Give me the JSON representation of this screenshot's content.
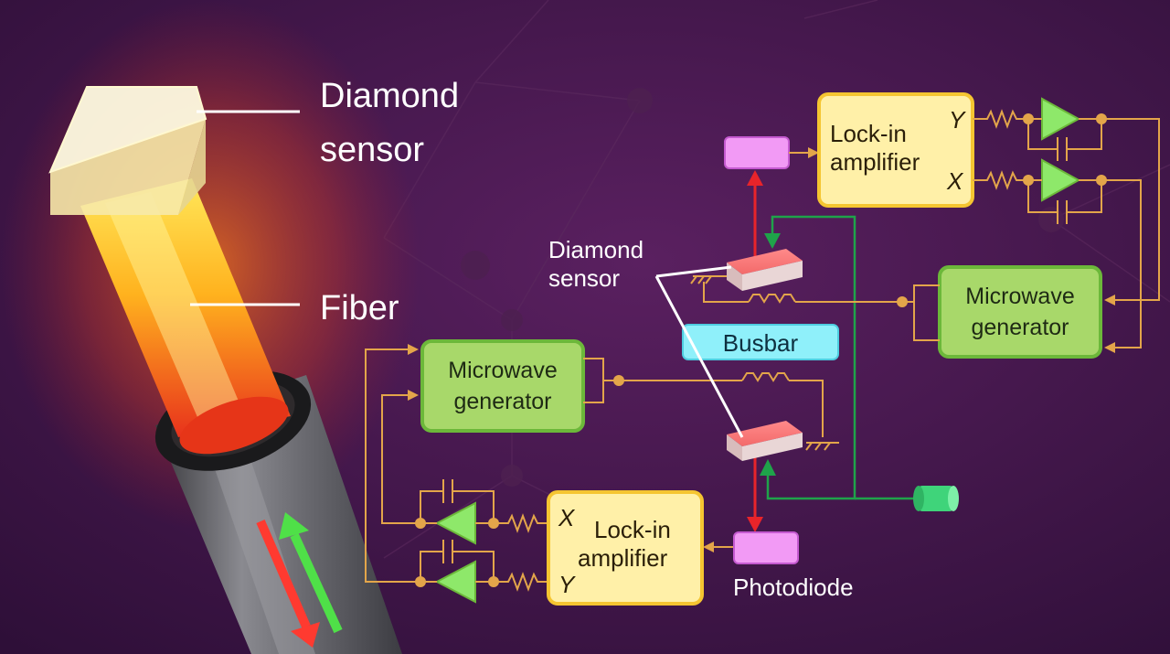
{
  "fiber_view": {
    "diamond_label_line1": "Diamond",
    "diamond_label_line2": "sensor",
    "fiber_label": "Fiber"
  },
  "circuit": {
    "lockin_top": {
      "line1": "Lock-in",
      "line2": "amplifier",
      "y_label": "Y",
      "x_label": "X"
    },
    "lockin_bottom": {
      "line1": "Lock-in",
      "line2": "amplifier",
      "y_label": "Y",
      "x_label": "X"
    },
    "microwave_right": {
      "line1": "Microwave",
      "line2": "generator"
    },
    "microwave_left": {
      "line1": "Microwave",
      "line2": "generator"
    },
    "busbar_label": "Busbar",
    "diamond_sensor_line1": "Diamond",
    "diamond_sensor_line2": "sensor",
    "photodiode_label": "Photodiode"
  },
  "colors": {
    "background": "#3a1440",
    "lockin_fill": "#fff0a8",
    "lockin_border": "#f5c531",
    "microwave_fill": "#a8d86a",
    "microwave_border": "#6cb83a",
    "busbar_fill": "#8ff0fa",
    "photodiode_fill": "#f29af5",
    "amp_fill": "#8ee86a",
    "wire": "#e3a54a",
    "laser_red": "#e8242a",
    "return_green": "#1fa34a"
  }
}
